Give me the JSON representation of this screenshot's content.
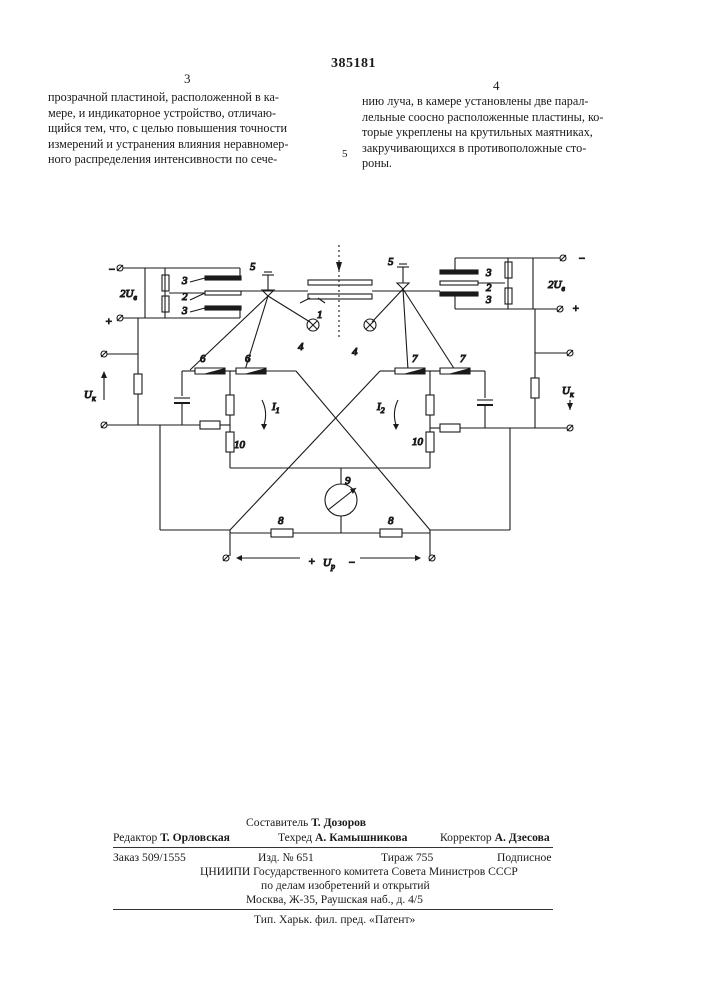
{
  "patent_number": "385181",
  "column_numbers": {
    "left": "3",
    "right": "4"
  },
  "left_column": [
    "прозрачной пластиной, расположенной в ка-",
    "мере, и индикаторное устройство, отличаю-",
    "щийся тем, что, с целью повышения точности",
    "измерений и устранения влияния неравномер-",
    "ного распределения интенсивности по сече-"
  ],
  "right_column": [
    "нию луча, в камере установлены две парал-",
    "лельные соосно расположенные пластины, ко-",
    "торые укреплены на крутильных маятниках,",
    "закручивающихся в противоположные сто-",
    "роны."
  ],
  "line_marker": "5",
  "figure": {
    "labels": {
      "n1": "1",
      "n2": "2",
      "n3": "3",
      "n4": "4",
      "n5": "5",
      "n6": "6",
      "n7": "7",
      "n8": "8",
      "n9": "9",
      "n10": "10",
      "minus": "−",
      "plus": "+",
      "u_b": "2U",
      "u_b_sub": "в",
      "u_k": "U",
      "u_k_sub": "к",
      "u_p": "U",
      "u_p_sub": "р",
      "i1": "I",
      "i1_sub": "1",
      "i2": "I",
      "i2_sub": "2"
    }
  },
  "imprint": {
    "compiler_label": "Составитель",
    "compiler_name": "Т. Дозоров",
    "editor_label": "Редактор",
    "editor_name": "Т. Орловская",
    "techred_label": "Техред",
    "techred_name": "А. Камышникова",
    "corrector_label": "Корректор",
    "corrector_name": "А. Дзесова",
    "order": "Заказ 509/1555",
    "edition": "Изд. № 651",
    "print_run": "Тираж 755",
    "subscription": "Подписное",
    "org_line1": "ЦНИИПИ Государственного комитета Совета Министров СССР",
    "org_line2": "по делам изобретений и открытий",
    "org_line3": "Москва, Ж-35, Раушская наб., д. 4/5",
    "printer": "Тип. Харьк. фил. пред. «Патент»"
  }
}
